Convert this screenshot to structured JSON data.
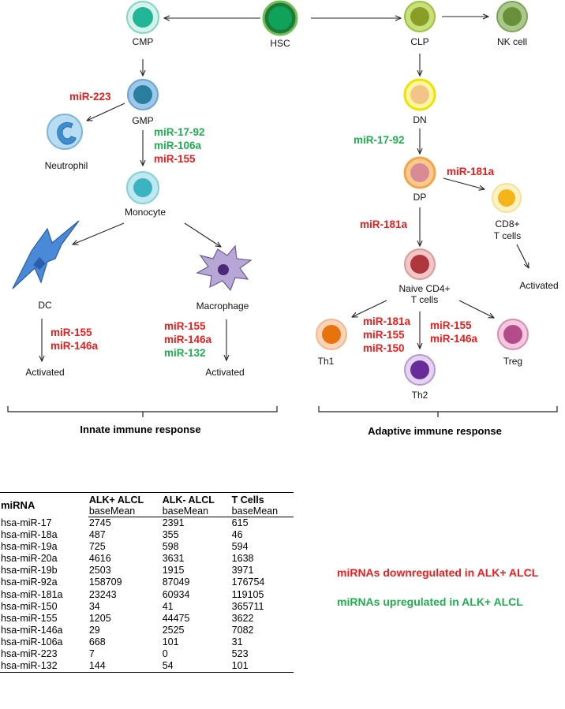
{
  "nodes": {
    "hsc": "HSC",
    "cmp": "CMP",
    "clp": "CLP",
    "nk": "NK cell",
    "gmp": "GMP",
    "neutrophil": "Neutrophil",
    "monocyte": "Monocyte",
    "dc": "DC",
    "macrophage": "Macrophage",
    "activated_dc": "Activated",
    "activated_mac": "Activated",
    "dn": "DN",
    "dp": "DP",
    "cd8_l1": "CD8+",
    "cd8_l2": "T cells",
    "activated_cd8": "Activated",
    "naive_l1": "Naive CD4+",
    "naive_l2": "T cells",
    "th1": "Th1",
    "th2": "Th2",
    "treg": "Treg"
  },
  "mirna_labels": {
    "gmp_to_neutrophil": [
      "miR-223"
    ],
    "gmp_to_monocyte": [
      "miR-17-92",
      "miR-106a",
      "miR-155"
    ],
    "dc_to_activated": [
      "miR-155",
      "miR-146a"
    ],
    "mac_to_activated": [
      "miR-155",
      "miR-146a",
      "miR-132"
    ],
    "dn_to_dp": [
      "miR-17-92"
    ],
    "dp_to_cd8": [
      "miR-181a"
    ],
    "dp_to_naive": [
      "miR-181a"
    ],
    "naive_to_th2": [
      "miR-181a",
      "miR-155",
      "miR-150"
    ],
    "naive_to_treg": [
      "miR-155",
      "miR-146a"
    ]
  },
  "sections": {
    "innate": "Innate immune response",
    "adaptive": "Adaptive immune response"
  },
  "colors": {
    "downregulated": "#ee1c1c",
    "upregulated": "#1fae4f"
  },
  "table": {
    "col0": "miRNA",
    "headers": [
      "ALK+ ALCL",
      "ALK- ALCL",
      "T Cells"
    ],
    "subheaders": [
      "baseMean",
      "baseMean",
      "baseMean"
    ],
    "rows": [
      [
        "hsa-miR-17",
        "2745",
        "2391",
        "615"
      ],
      [
        "hsa-miR-18a",
        "487",
        "355",
        "46"
      ],
      [
        "hsa-miR-19a",
        "725",
        "598",
        "594"
      ],
      [
        "hsa-miR-20a",
        "4616",
        "3631",
        "1638"
      ],
      [
        "hsa-miR-19b",
        "2503",
        "1915",
        "3971"
      ],
      [
        "hsa-miR-92a",
        "158709",
        "87049",
        "176754"
      ],
      [
        "hsa-miR-181a",
        "23243",
        "60934",
        "119105"
      ],
      [
        "hsa-miR-150",
        "34",
        "41",
        "365711"
      ],
      [
        "hsa-miR-155",
        "1205",
        "44475",
        "3622"
      ],
      [
        "hsa-miR-146a",
        "29",
        "2525",
        "7082"
      ],
      [
        "hsa-miR-106a",
        "668",
        "101",
        "31"
      ],
      [
        "hsa-miR-223",
        "7",
        "0",
        "523"
      ],
      [
        "hsa-miR-132",
        "144",
        "54",
        "101"
      ]
    ]
  },
  "legend": {
    "down": "miRNAs downregulated in ALK+ ALCL",
    "up": "miRNAs upregulated in ALK+ ALCL"
  }
}
